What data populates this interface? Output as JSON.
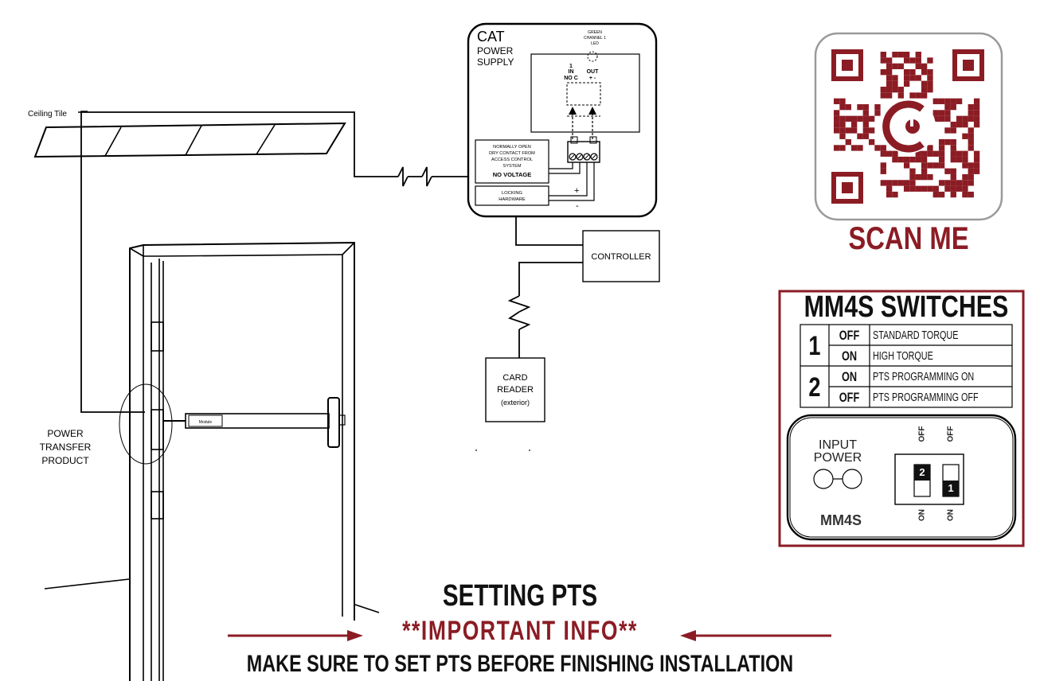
{
  "colors": {
    "accent": "#8b1c24",
    "line": "#000000",
    "text": "#111111"
  },
  "labels": {
    "ceiling_tile": "Ceiling Tile",
    "power_transfer": [
      "POWER",
      "TRANSFER",
      "PRODUCT"
    ],
    "module": "Module",
    "controller": "CONTROLLER",
    "card_reader": [
      "CARD",
      "READER",
      "(exterior)"
    ]
  },
  "power_supply": {
    "title": "CAT",
    "subtitle_lines": [
      "POWER",
      "SUPPLY"
    ],
    "led_label": [
      "GREEN",
      "CHANNEL 1",
      "LED"
    ],
    "terminal_left": [
      "1",
      "IN",
      "NO C"
    ],
    "terminal_right": [
      "OUT",
      "+  -"
    ],
    "contact_box": [
      "NORMALLY OPEN",
      "DRY CONTACT FROM",
      "ACCESS CONTROL",
      "SYSTEM"
    ],
    "contact_box_bold": "NO VOLTAGE",
    "locking_box": [
      "LOCKING",
      "HARDWARE"
    ],
    "plus": "+",
    "minus": "-"
  },
  "qr": {
    "caption": "SCAN ME",
    "icon": "qr-code-icon"
  },
  "switches": {
    "title": "MM4S SWITCHES",
    "rows": [
      {
        "switch": "1",
        "state": "OFF",
        "desc": "STANDARD TORQUE"
      },
      {
        "switch": "1",
        "state": "ON",
        "desc": "HIGH TORQUE"
      },
      {
        "switch": "2",
        "state": "ON",
        "desc": "PTS PROGRAMMING ON"
      },
      {
        "switch": "2",
        "state": "OFF",
        "desc": "PTS PROGRAMMING OFF"
      }
    ],
    "switch_numbers": [
      "1",
      "2"
    ],
    "board": {
      "input_label": [
        "INPUT",
        "POWER"
      ],
      "model": "MM4S",
      "off": "OFF",
      "on": "ON",
      "dip_labels": [
        "2",
        "1"
      ]
    }
  },
  "footer": {
    "title": "SETTING PTS",
    "important": "**IMPORTANT INFO**",
    "note": "MAKE SURE TO SET PTS BEFORE FINISHING INSTALLATION"
  }
}
